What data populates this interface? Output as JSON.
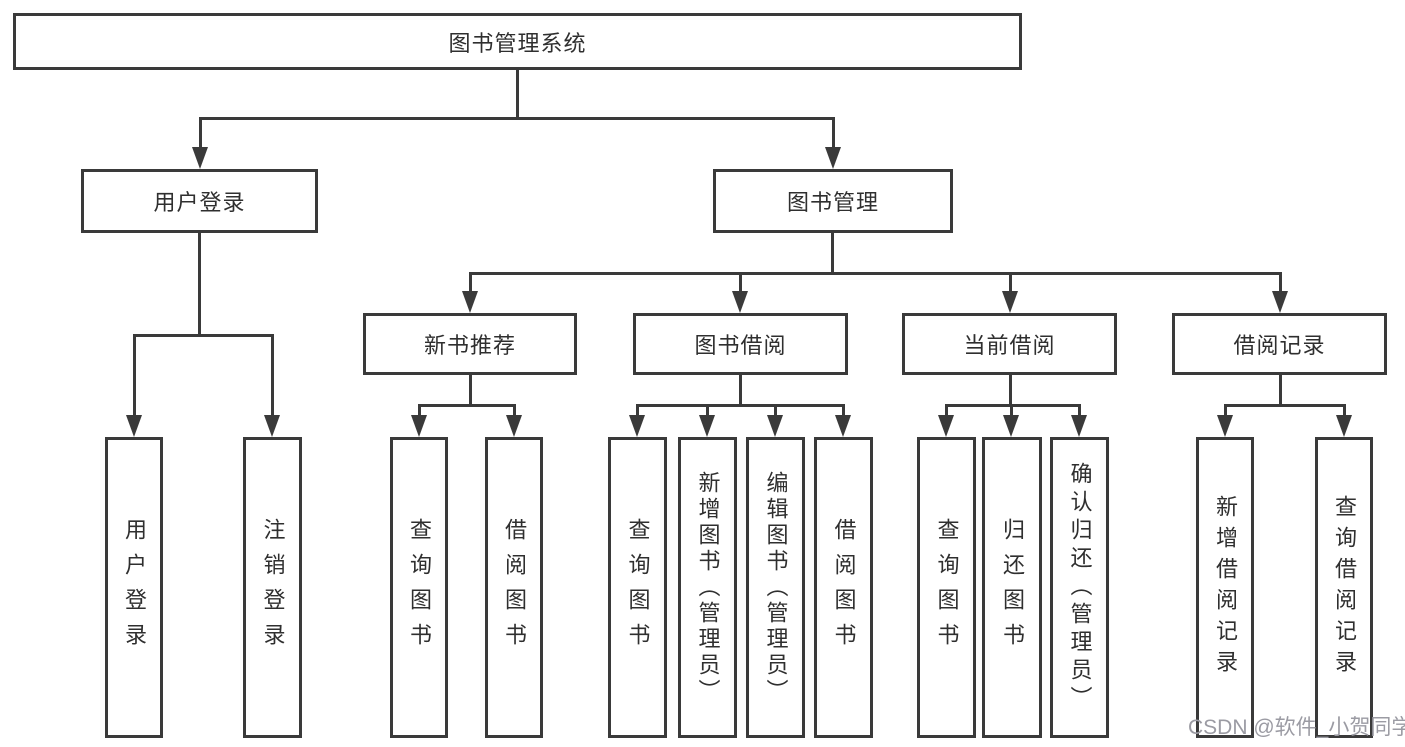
{
  "diagram": {
    "root": {
      "label": "图书管理系统"
    },
    "branches": [
      {
        "label": "用户登录",
        "children": [
          {
            "label": "用户登录"
          },
          {
            "label": "注销登录"
          }
        ]
      },
      {
        "label": "图书管理",
        "children": [
          {
            "label": "新书推荐",
            "children": [
              {
                "label": "查询图书"
              },
              {
                "label": "借阅图书"
              }
            ]
          },
          {
            "label": "图书借阅",
            "children": [
              {
                "label": "查询图书"
              },
              {
                "label": "新增图书（管理员）"
              },
              {
                "label": "编辑图书（管理员）"
              },
              {
                "label": "借阅图书"
              }
            ]
          },
          {
            "label": "当前借阅",
            "children": [
              {
                "label": "查询图书"
              },
              {
                "label": "归还图书"
              },
              {
                "label": "确认归还（管理员）"
              }
            ]
          },
          {
            "label": "借阅记录",
            "children": [
              {
                "label": "新增借阅记录"
              },
              {
                "label": "查询借阅记录"
              }
            ]
          }
        ]
      }
    ]
  },
  "watermark": {
    "text": "CSDN @软件_小贺同学"
  },
  "colors": {
    "line": "#3a3a3a",
    "box_border": "#3a3a3a",
    "text": "#2f2f2f",
    "watermark": "#9b9ba3",
    "background": "#ffffff"
  }
}
